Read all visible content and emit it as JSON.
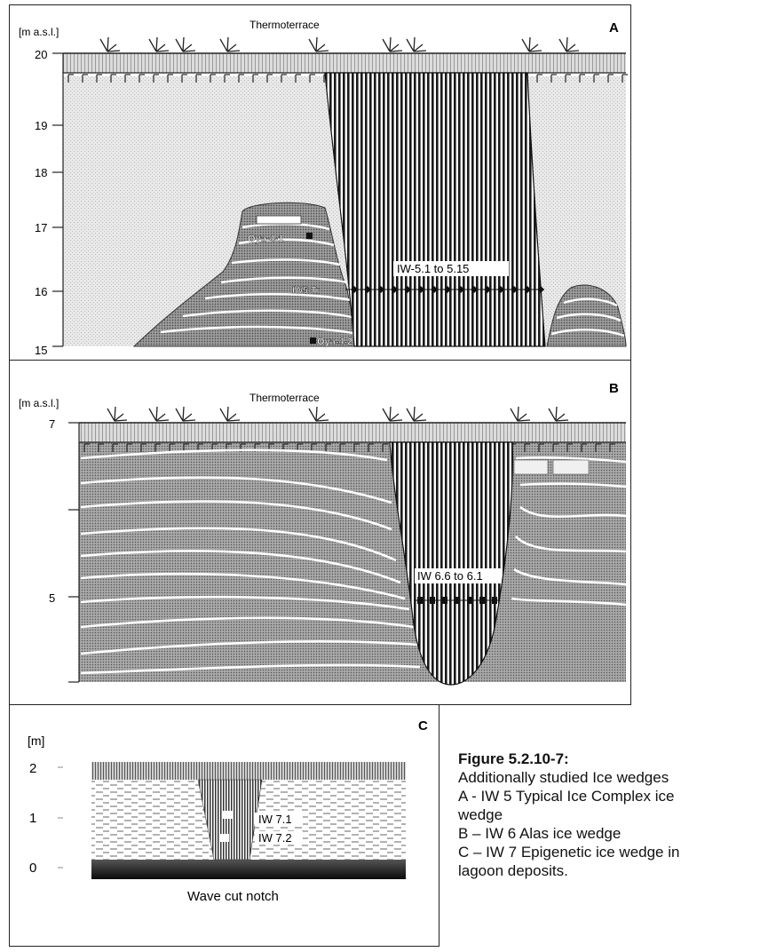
{
  "panelA": {
    "letter": "A",
    "unit": "[m a.s.l.]",
    "surface_label": "Thermoterrace",
    "ticks": [
      "20",
      "19",
      "18",
      "17",
      "16",
      "15"
    ],
    "wedge_label": "IW-5.1 to 5.15",
    "sample_labels": [
      "Oya-4-1",
      "IW5-Tr",
      "Oya-4-2"
    ]
  },
  "panelB": {
    "letter": "B",
    "unit": "[m a.s.l.]",
    "surface_label": "Thermoterrace",
    "ticks": [
      "7",
      "5"
    ],
    "wedge_label": "IW 6.6 to 6.1"
  },
  "panelC": {
    "letter": "C",
    "unit": "[m]",
    "ticks": [
      "2",
      "1",
      "0"
    ],
    "sample_labels": [
      "IW 7.1",
      "IW 7.2"
    ],
    "base_label": "Wave cut notch"
  },
  "caption": {
    "title": "Figure 5.2.10-7:",
    "lines": [
      "Additionally studied Ice wedges",
      "A - IW 5 Typical Ice Complex ice",
      "wedge",
      "B – IW 6 Alas ice wedge",
      "C – IW 7 Epigenetic ice wedge in",
      "lagoon deposits."
    ]
  }
}
